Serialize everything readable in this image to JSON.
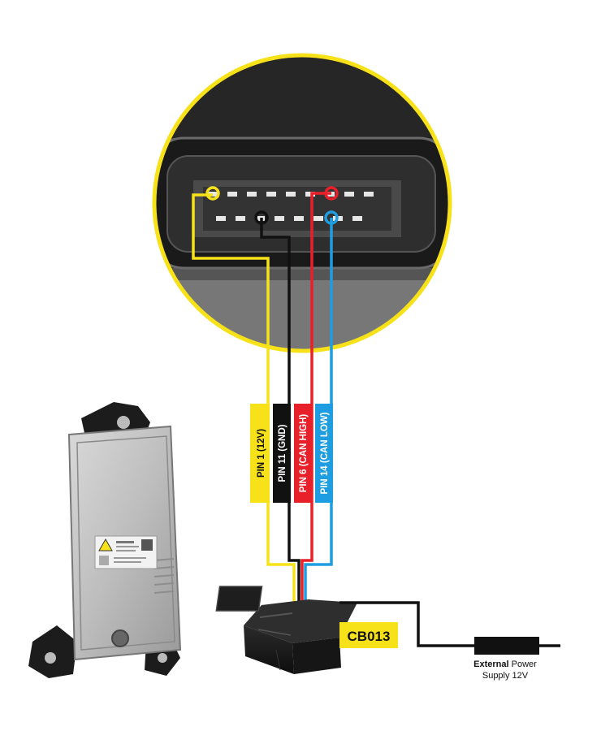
{
  "colors": {
    "yellow": "#f7e21a",
    "black": "#111111",
    "red": "#e8202a",
    "blue": "#1e9ee0",
    "background": "#ffffff"
  },
  "wires": [
    {
      "label": "PIN 1 (12V)",
      "color_key": "yellow",
      "text_color": "#111111"
    },
    {
      "label": "PIN 11 (GND)",
      "color_key": "black",
      "text_color": "#ffffff"
    },
    {
      "label": "PIN 6 (CAN HIGH)",
      "color_key": "red",
      "text_color": "#ffffff"
    },
    {
      "label": "PIN 14 (CAN LOW)",
      "color_key": "blue",
      "text_color": "#ffffff"
    }
  ],
  "device_label": "CB013",
  "power_supply": {
    "bold": "External",
    "rest": " Power",
    "line2": "Supply 12V"
  }
}
